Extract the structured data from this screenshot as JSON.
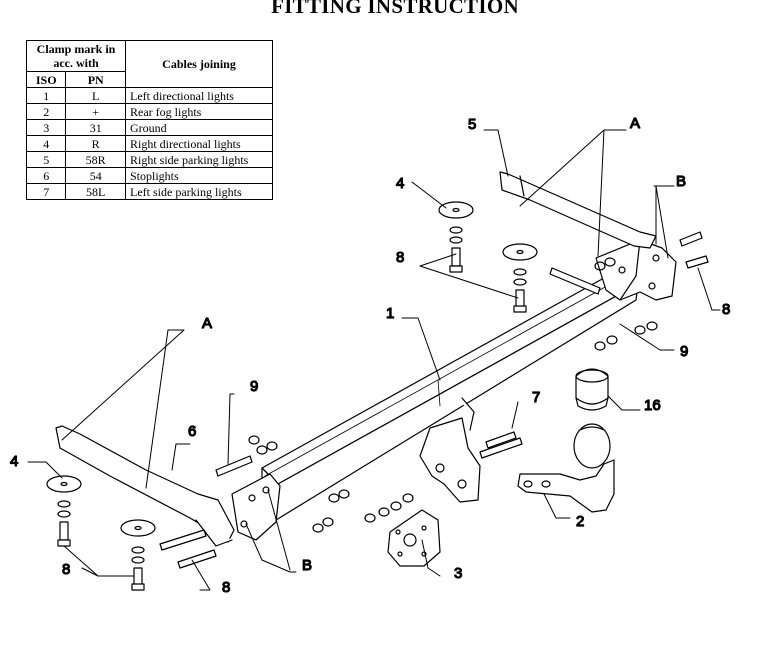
{
  "title": "FITTING INSTRUCTION",
  "table": {
    "header_clamp": "Clamp mark in acc. with",
    "header_iso": "ISO",
    "header_pn": "PN",
    "header_cables": "Cables joining",
    "rows": [
      {
        "iso": "1",
        "pn": "L",
        "desc": "Left directional lights"
      },
      {
        "iso": "2",
        "pn": "+",
        "desc": "Rear fog lights"
      },
      {
        "iso": "3",
        "pn": "31",
        "desc": "Ground"
      },
      {
        "iso": "4",
        "pn": "R",
        "desc": "Right directional lights"
      },
      {
        "iso": "5",
        "pn": "58R",
        "desc": "Right side parking lights"
      },
      {
        "iso": "6",
        "pn": "54",
        "desc": "Stoplights"
      },
      {
        "iso": "7",
        "pn": "58L",
        "desc": "Left side parking lights"
      }
    ]
  },
  "callouts": {
    "A_top": "A",
    "A_left": "A",
    "B_top": "B",
    "B_bottom": "B",
    "n5": "5",
    "n4_top": "4",
    "n8_top": "8",
    "n8_right": "8",
    "n1": "1",
    "n9_right": "9",
    "n16": "16",
    "n7": "7",
    "n9_left": "9",
    "n6": "6",
    "n4_left": "4",
    "n2": "2",
    "n8_bottom_left": "8",
    "n8_bottom": "8",
    "n3": "3"
  }
}
